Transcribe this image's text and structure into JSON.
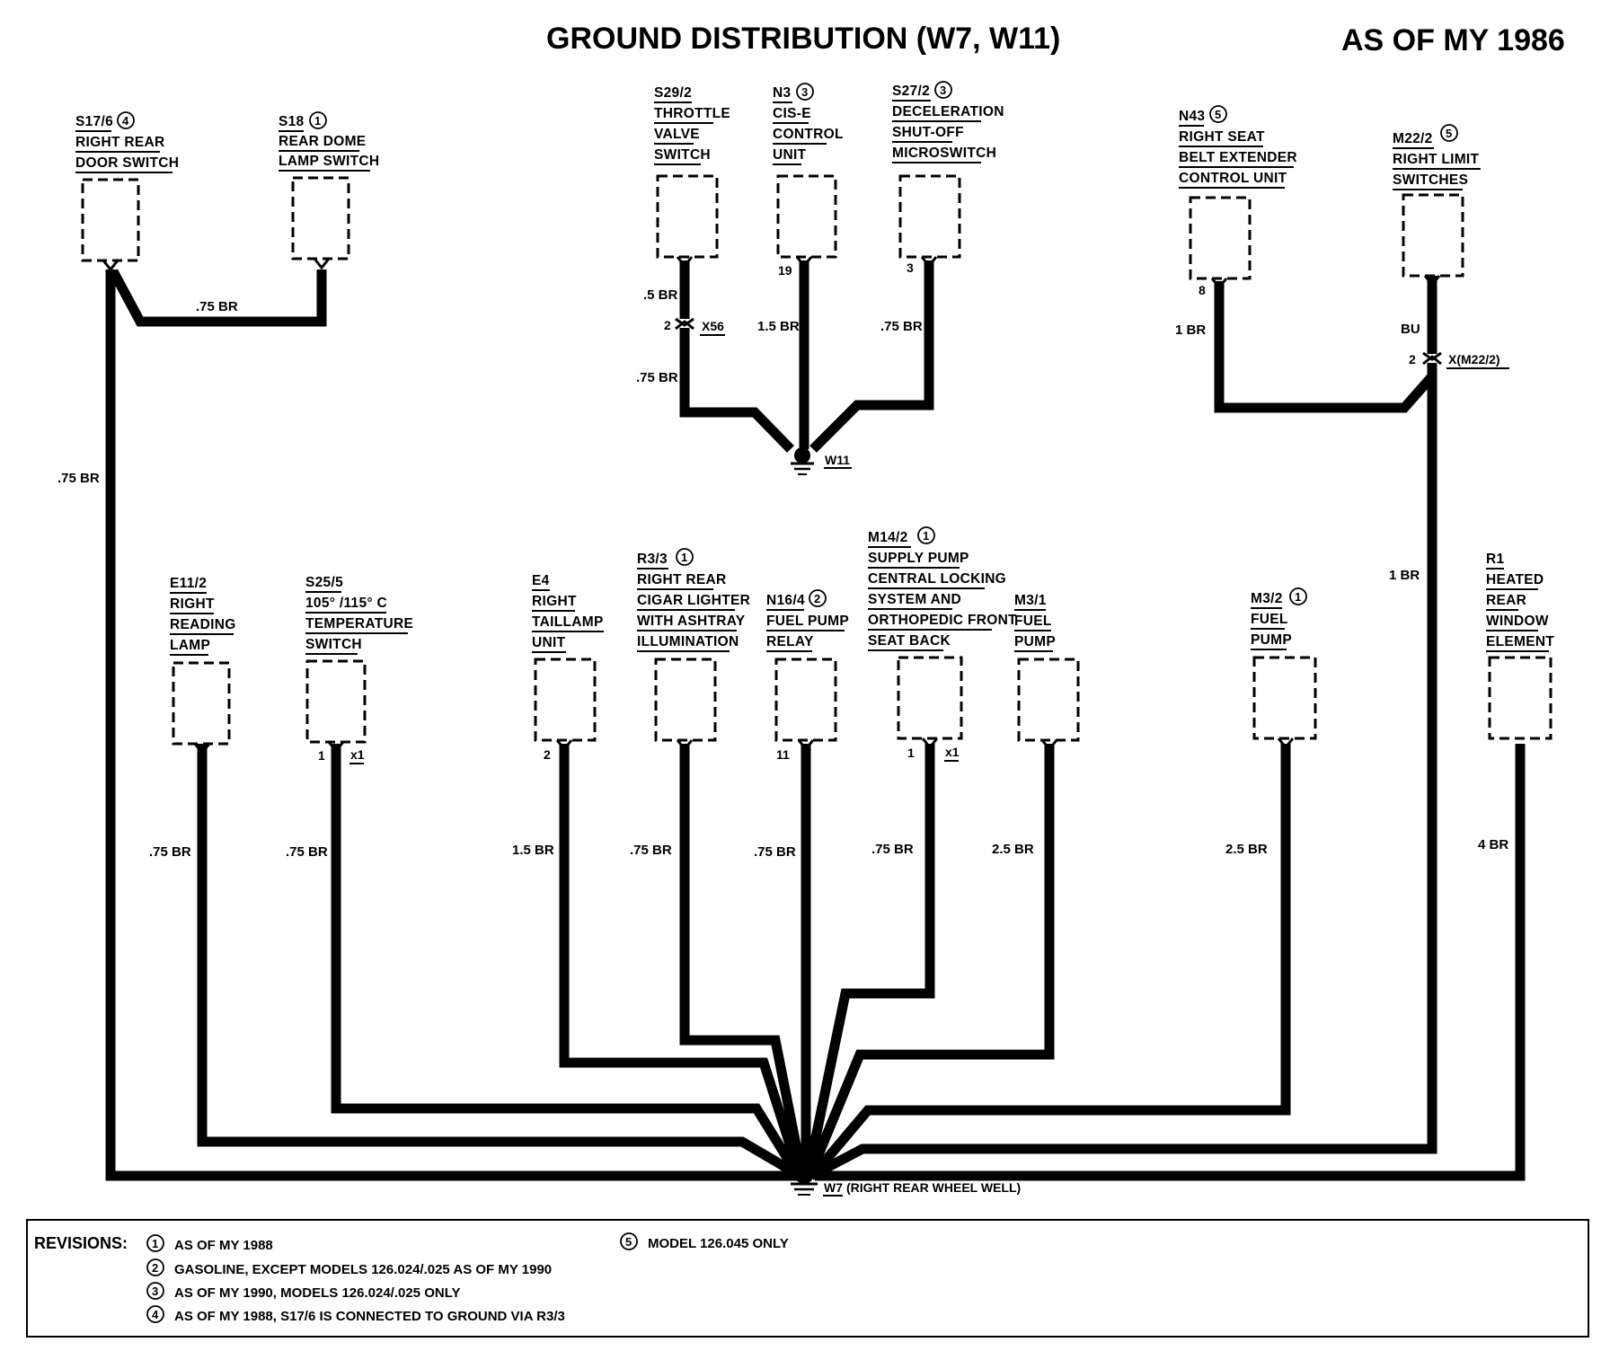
{
  "header": {
    "title": "GROUND DISTRIBUTION (W7, W11)",
    "subtitle": "AS OF MY 1986"
  },
  "components": {
    "s17_6": {
      "id": "S17/6",
      "rev": "4",
      "lines": [
        "RIGHT REAR",
        "DOOR SWITCH"
      ]
    },
    "s18": {
      "id": "S18",
      "rev": "1",
      "lines": [
        "REAR DOME",
        "LAMP SWITCH"
      ]
    },
    "s29_2": {
      "id": "S29/2",
      "rev": "",
      "lines": [
        "THROTTLE",
        "VALVE",
        "SWITCH"
      ]
    },
    "n3": {
      "id": "N3",
      "rev": "3",
      "lines": [
        "CIS-E",
        "CONTROL",
        "UNIT"
      ]
    },
    "s27_2": {
      "id": "S27/2",
      "rev": "3",
      "lines": [
        "DECELERATION",
        "SHUT-OFF",
        "MICROSWITCH"
      ]
    },
    "n43": {
      "id": "N43",
      "rev": "5",
      "lines": [
        "RIGHT SEAT",
        "BELT EXTENDER",
        "CONTROL UNIT"
      ]
    },
    "m22_2": {
      "id": "M22/2",
      "rev": "5",
      "lines": [
        "RIGHT LIMIT",
        "SWITCHES"
      ]
    },
    "e11_2": {
      "id": "E11/2",
      "rev": "",
      "lines": [
        "RIGHT",
        "READING",
        "LAMP"
      ]
    },
    "s25_5": {
      "id": "S25/5",
      "rev": "",
      "lines": [
        "105° /115° C",
        "TEMPERATURE",
        "SWITCH"
      ]
    },
    "e4": {
      "id": "E4",
      "rev": "",
      "lines": [
        "RIGHT",
        "TAILLAMP",
        "UNIT"
      ]
    },
    "r3_3": {
      "id": "R3/3",
      "rev": "1",
      "lines": [
        "RIGHT REAR",
        "CIGAR LIGHTER",
        "WITH ASHTRAY",
        "ILLUMINATION"
      ]
    },
    "n16_4": {
      "id": "N16/4",
      "rev": "2",
      "lines": [
        "FUEL PUMP",
        "RELAY"
      ]
    },
    "m14_2": {
      "id": "M14/2",
      "rev": "1",
      "lines": [
        "SUPPLY PUMP",
        "CENTRAL LOCKING",
        "SYSTEM AND",
        "ORTHOPEDIC FRONT",
        "SEAT BACK"
      ]
    },
    "m3_1": {
      "id": "M3/1",
      "rev": "",
      "lines": [
        "FUEL",
        "PUMP"
      ]
    },
    "m3_2": {
      "id": "M3/2",
      "rev": "1",
      "lines": [
        "FUEL",
        "PUMP"
      ]
    },
    "r1": {
      "id": "R1",
      "rev": "",
      "lines": [
        "HEATED",
        "REAR",
        "WINDOW",
        "ELEMENT"
      ]
    }
  },
  "wires": {
    "s17_6_main": ".75 BR",
    "s18_link": ".75 BR",
    "s29_2_upper": ".5 BR",
    "s29_2_lower": ".75 BR",
    "n3": "1.5 BR",
    "s27_2": ".75 BR",
    "n43": "1 BR",
    "m22_2_upper": "BU",
    "m22_2_lower": "1 BR",
    "e11_2": ".75 BR",
    "s25_5": ".75 BR",
    "e4": "1.5 BR",
    "r3_3": ".75 BR",
    "n16_4": ".75 BR",
    "m14_2": ".75 BR",
    "m3_1": "2.5 BR",
    "m3_2": "2.5 BR",
    "r1": "4 BR"
  },
  "pins": {
    "n3": "19",
    "s27_2": "3",
    "n43": "8",
    "x56": "2",
    "xm22_2": "2",
    "s25_5": "1",
    "e4": "2",
    "n16_4": "11",
    "m14_2": "1"
  },
  "connectors": {
    "x56": "X56",
    "xm22_2": "X(M22/2)",
    "s25_5": "x1",
    "m14_2": "x1"
  },
  "grounds": {
    "w11": "W11",
    "w7": "W7",
    "w7_desc": "(RIGHT REAR WHEEL WELL)"
  },
  "revisions": {
    "header": "REVISIONS:",
    "items": [
      {
        "num": "1",
        "text": "AS OF MY 1988"
      },
      {
        "num": "2",
        "text": "GASOLINE, EXCEPT MODELS 126.024/.025 AS OF MY 1990"
      },
      {
        "num": "3",
        "text": "AS OF MY 1990, MODELS 126.024/.025 ONLY"
      },
      {
        "num": "4",
        "text": "AS OF MY 1988, S17/6 IS CONNECTED TO GROUND VIA R3/3"
      },
      {
        "num": "5",
        "text": "MODEL 126.045 ONLY"
      }
    ]
  }
}
